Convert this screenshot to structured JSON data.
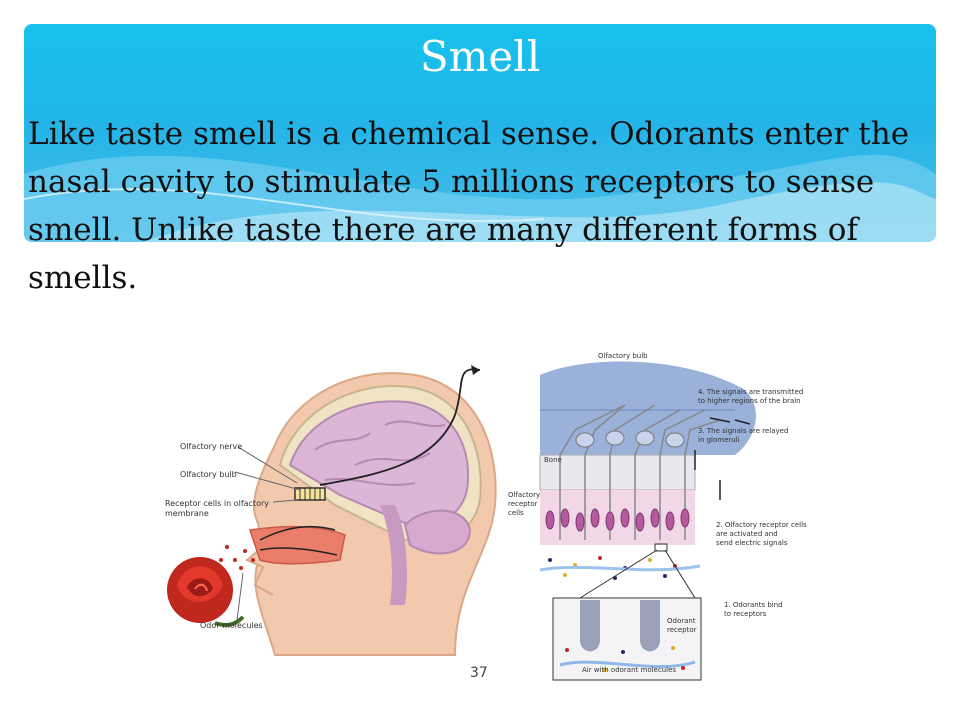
{
  "slide": {
    "title": "Smell",
    "body": "Like taste smell is a chemical sense. Odorants enter the nasal cavity to stimulate 5 millions receptors to sense smell. Unlike taste there are many different forms of smells.",
    "page_number": "37"
  },
  "figure_left": {
    "labels": {
      "olfactory_nerve": "Olfactory nerve",
      "olfactory_bulb": "Olfactory bulb",
      "receptor_line1": "Receptor cells in olfactory",
      "receptor_line2": "membrane",
      "odor_molecules": "Odor molecules"
    }
  },
  "figure_right": {
    "labels": {
      "olfactory_bulb": "Olfactory bulb",
      "step4_line1": "4. The signals are transmitted",
      "step4_line2": "to higher regions of the brain",
      "step3_line1": "3. The signals are relayed",
      "step3_line2": "in glomeruli",
      "bone": "Bone",
      "receptor_line1": "Olfactory",
      "receptor_line2": "receptor",
      "receptor_line3": "cells",
      "step2_line1": "2. Olfactory receptor cells",
      "step2_line2": "are activated and",
      "step2_line3": "send electric signals",
      "step1_line1": "1. Odorants bind",
      "step1_line2": "to receptors",
      "odorant_line1": "Odorant",
      "odorant_line2": "receptor",
      "air_label": "Air with odorant molecules"
    }
  }
}
